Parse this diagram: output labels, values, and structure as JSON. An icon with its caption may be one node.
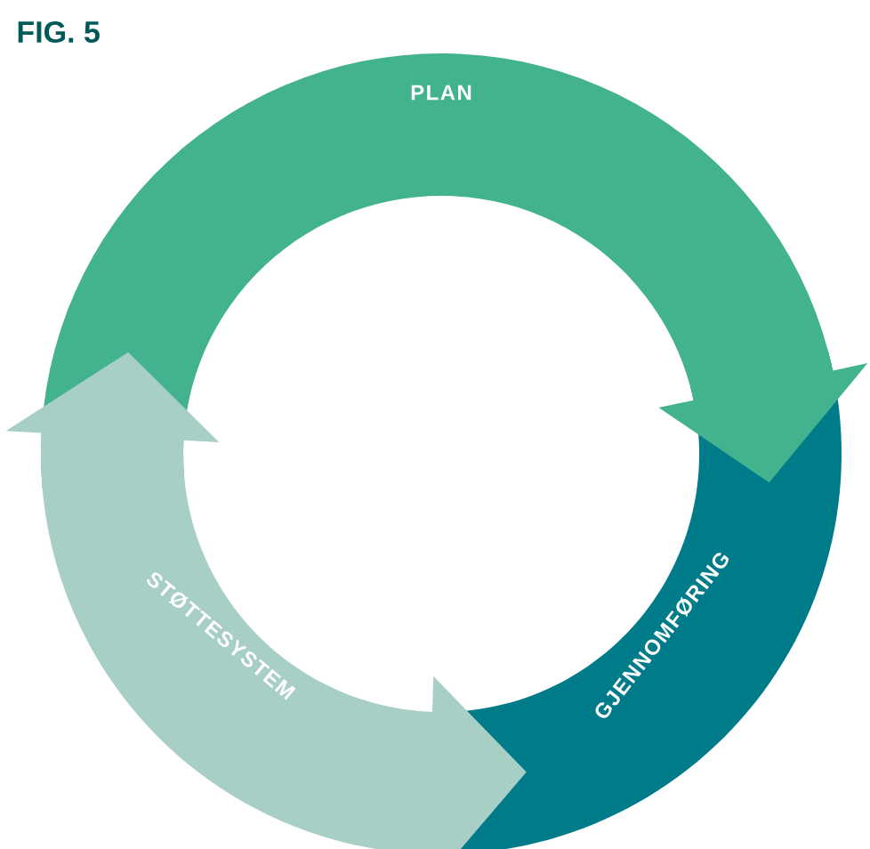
{
  "diagram": {
    "title": "FIG. 5",
    "nodes": [
      {
        "text": [
          "PLAN"
        ]
      },
      {
        "text": [
          "GJENNOMFØRING"
        ]
      },
      {
        "text": [
          "STØTTESYSTEM"
        ]
      }
    ]
  }
}
